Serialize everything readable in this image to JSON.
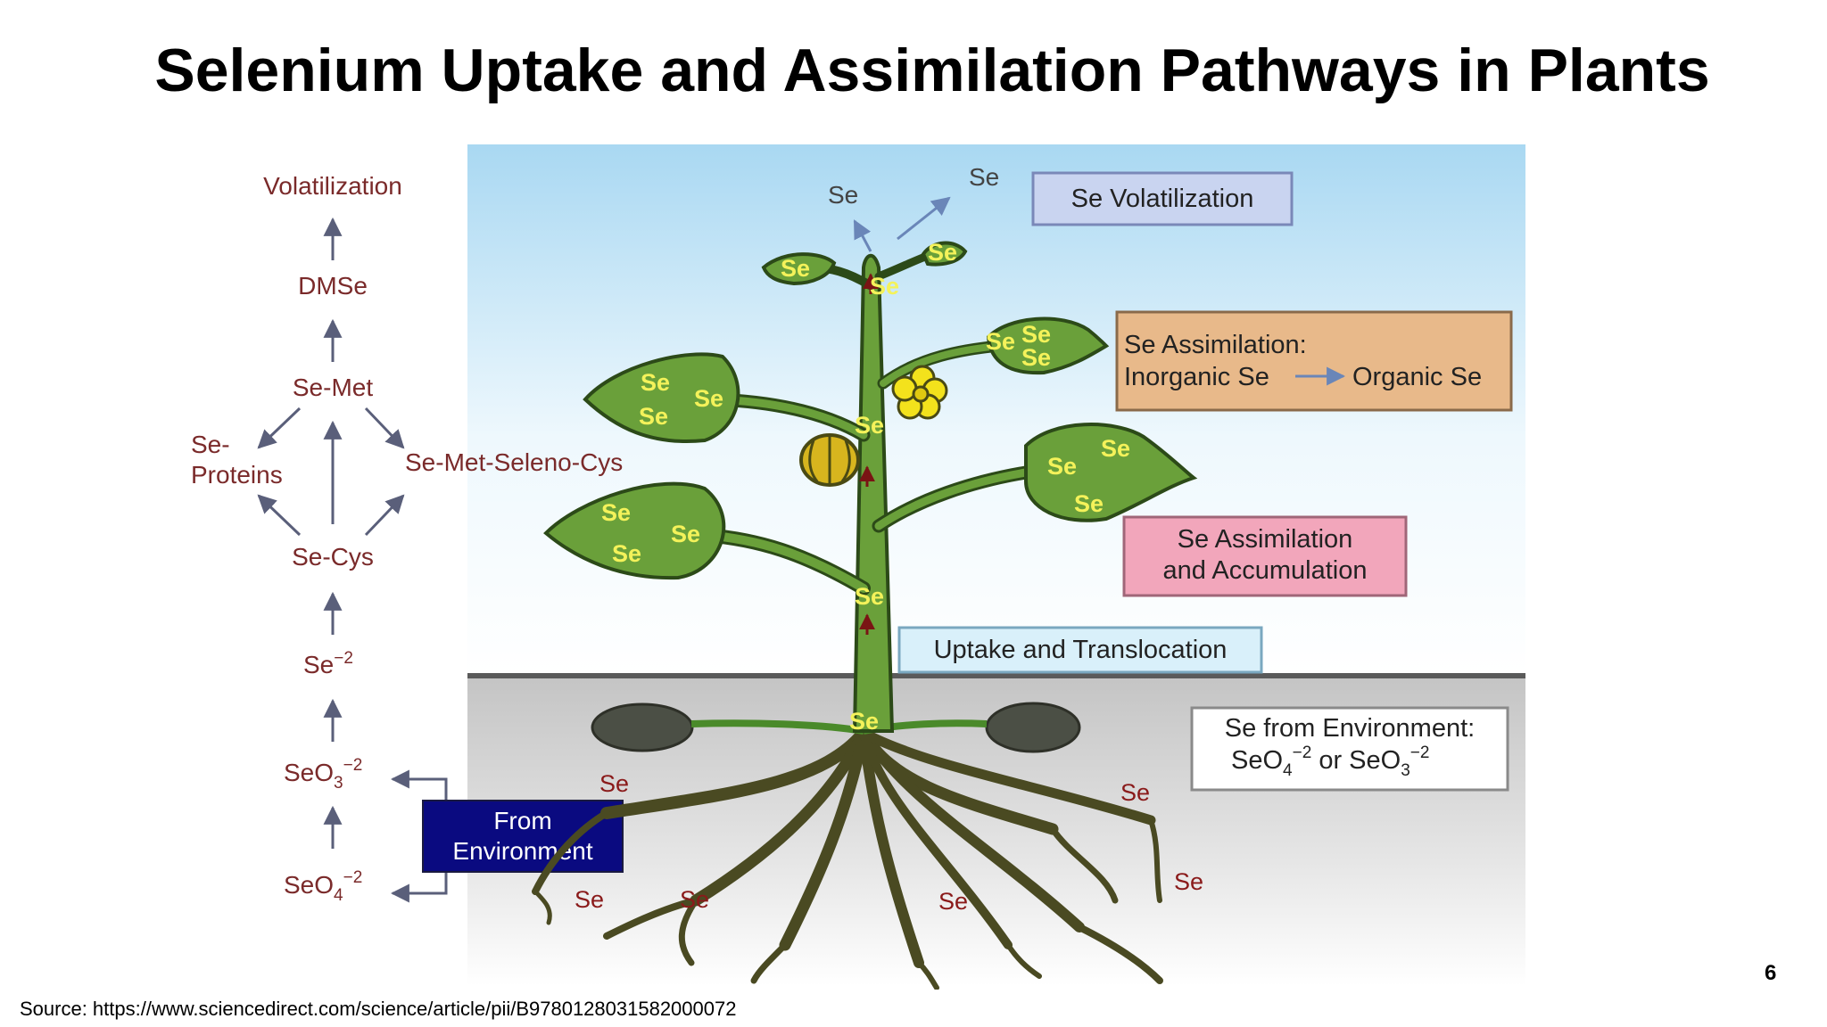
{
  "title": "Selenium Uptake and Assimilation Pathways in Plants",
  "source": "Source: https://www.sciencedirect.com/science/article/pii/B9780128031582000072",
  "page_number": "6",
  "pathway": {
    "volatilization": "Volatilization",
    "dmse": "DMSe",
    "se_met": "Se-Met",
    "se_proteins_1": "Se-",
    "se_proteins_2": "Proteins",
    "se_met_seleno_cys": "Se-Met-Seleno-Cys",
    "se_cys": "Se-Cys",
    "selenide": "Se",
    "selenide_charge": "−2",
    "selenite": "SeO",
    "selenite_sub": "3",
    "selenite_charge": "−2",
    "selenate": "SeO",
    "selenate_sub": "4",
    "selenate_charge": "−2",
    "from_env_1": "From",
    "from_env_2": "Environment"
  },
  "boxes": {
    "volatilization": "Se Volatilization",
    "assimilation_1": "Se Assimilation:",
    "assimilation_2a": "Inorganic Se",
    "assimilation_2b": "Organic Se",
    "accumulation_1": "Se Assimilation",
    "accumulation_2": "and Accumulation",
    "uptake": "Uptake and Translocation",
    "environment_1": "Se from Environment:",
    "environment_2a": "SeO",
    "environment_2a_sub": "4",
    "environment_2a_charge": "−2",
    "environment_2b": " or SeO",
    "environment_2b_sub": "3",
    "environment_2b_charge": "−2"
  },
  "se_label": "Se",
  "colors": {
    "sky_top": "#a9d8f2",
    "leaf": "#6aa03a",
    "box_volatilization": "#c9d4f0",
    "box_assimilation": "#e8b98a",
    "box_accumulation": "#f2a6bb",
    "box_uptake": "#d9f0fa",
    "box_environment": "#ffffff",
    "from_env_box": "#0a0a80"
  }
}
